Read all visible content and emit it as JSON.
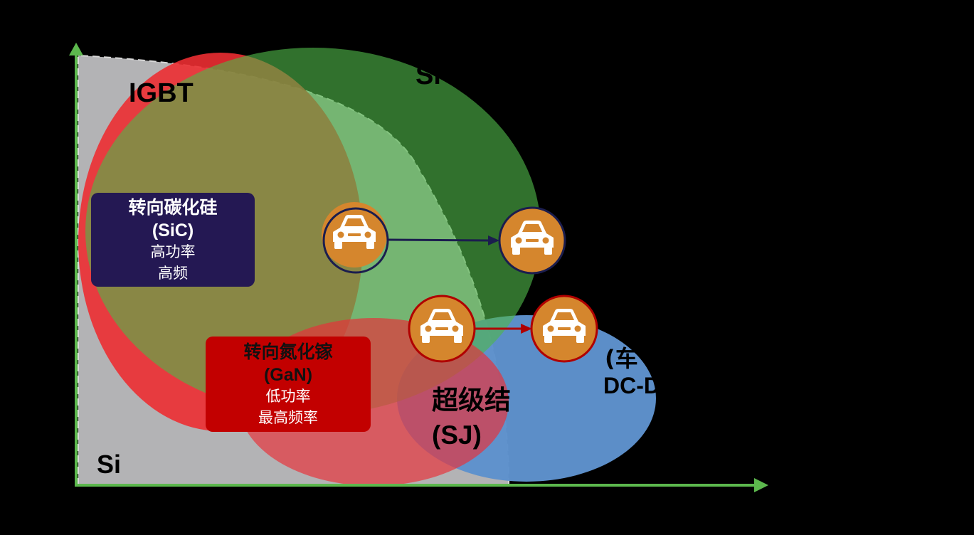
{
  "regions": {
    "si": {
      "label": "Si",
      "color": "#b3b3b5"
    },
    "igbt": {
      "label": "IGBT",
      "color": "#ec2d32"
    },
    "sic_region": {
      "label": "Si",
      "color": "#4fb748"
    },
    "sj": {
      "label_line1": "超级结",
      "label_line2": "(SJ)",
      "color": "#d73e4a"
    },
    "blue": {
      "label_line1": "(车",
      "label_line2": "DC-D",
      "color": "#5e91cc"
    }
  },
  "boxes": {
    "sic": {
      "title": "转向碳化硅",
      "formula": "(SiC)",
      "line1": "高功率",
      "line2": "高频",
      "color": "#241853"
    },
    "gan": {
      "title": "转向氮化镓",
      "formula": "(GaN)",
      "line1": "低功率",
      "line2": "最高频率",
      "color": "#c20000"
    }
  },
  "colors": {
    "axis": "#5cb84d",
    "badge_fill": "#d5862d",
    "arrow_navy": "#1b1d4e",
    "arrow_red": "#b00000"
  },
  "icons": [
    "car-icon"
  ]
}
